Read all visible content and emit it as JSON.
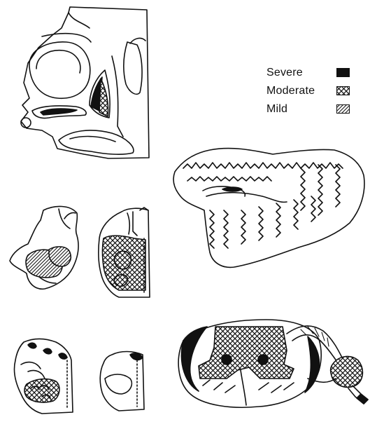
{
  "legend": {
    "items": [
      {
        "label": "Severe",
        "pattern": "solid"
      },
      {
        "label": "Moderate",
        "pattern": "crosshatch"
      },
      {
        "label": "Mild",
        "pattern": "diagonal"
      }
    ]
  },
  "colors": {
    "ink": "#111111",
    "background": "#ffffff"
  }
}
